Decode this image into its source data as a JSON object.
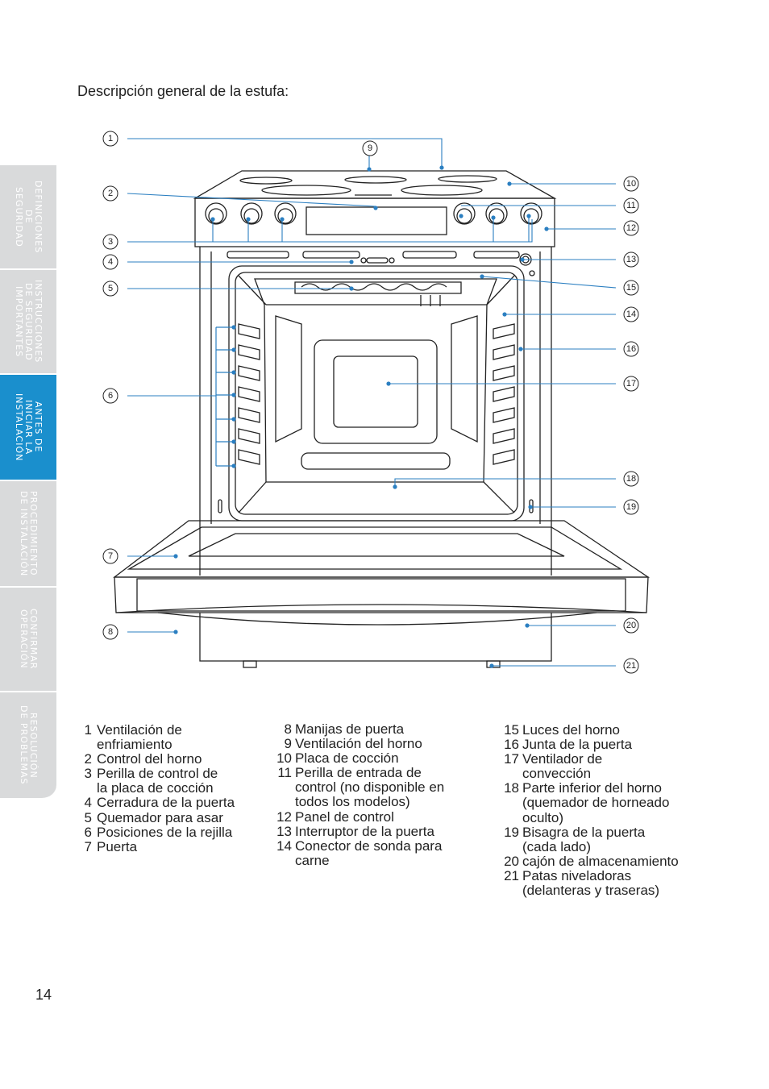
{
  "title": "Descripción general de la estufa:",
  "page_number": "14",
  "colors": {
    "accent": "#1a8fcd",
    "tab_gray": "#d9dadb",
    "leader": "#2b7fc1"
  },
  "side_tabs": [
    {
      "label": "DEFINICIONES\nDE\nSEGURIDAD",
      "active": false
    },
    {
      "label": "INSTRUCCIONES\nDE SEGURIDAD\nIMPORTANTES",
      "active": false
    },
    {
      "label": "ANTES DE\nINICIAR LA\nINSTALACIÓN",
      "active": true
    },
    {
      "label": "PROCEDIMIENTO\nDE INSTALACIÓN",
      "active": false
    },
    {
      "label": "CONFIRMAR\nOPERACIÓN",
      "active": false
    },
    {
      "label": "RESOLUCIÓN\nDE PROBLEMAS",
      "active": false
    }
  ],
  "callouts": [
    "1",
    "2",
    "3",
    "4",
    "5",
    "6",
    "7",
    "8",
    "9",
    "10",
    "11",
    "12",
    "13",
    "14",
    "15",
    "16",
    "17",
    "18",
    "19",
    "20",
    "21"
  ],
  "legend": {
    "col1": [
      {
        "num": "1",
        "text": "Ventilación de\n enfriamiento"
      },
      {
        "num": "2",
        "text": "Control del horno"
      },
      {
        "num": "3",
        "text": "Perilla de control de\n la placa de cocción"
      },
      {
        "num": "4",
        "text": "Cerradura de la puerta"
      },
      {
        "num": "5",
        "text": "Quemador para asar"
      },
      {
        "num": "6",
        "text": "Posiciones de la rejilla"
      },
      {
        "num": "7",
        "text": "Puerta"
      }
    ],
    "col2": [
      {
        "num": "8",
        "text": "Manijas de puerta"
      },
      {
        "num": "9",
        "text": "Ventilación del horno"
      },
      {
        "num": "10",
        "text": "Placa de cocción"
      },
      {
        "num": "11",
        "text": "Perilla de entrada de\ncontrol (no disponible en\ntodos los modelos)"
      },
      {
        "num": "12",
        "text": "Panel de control"
      },
      {
        "num": "13",
        "text": "Interruptor de la puerta"
      },
      {
        "num": "14",
        "text": "Conector de sonda para\ncarne"
      }
    ],
    "col3": [
      {
        "num": "15",
        "text": "Luces del horno"
      },
      {
        "num": "16",
        "text": "Junta de la puerta"
      },
      {
        "num": "17",
        "text": "Ventilador de\nconvección"
      },
      {
        "num": "18",
        "text": "Parte inferior del horno\n (quemador de horneado\noculto)"
      },
      {
        "num": "19",
        "text": "Bisagra de la puerta\n (cada lado)"
      },
      {
        "num": "20",
        "text": "cajón de almacenamiento"
      },
      {
        "num": "21",
        "text": "Patas niveladoras\n(delanteras y traseras)"
      }
    ]
  }
}
